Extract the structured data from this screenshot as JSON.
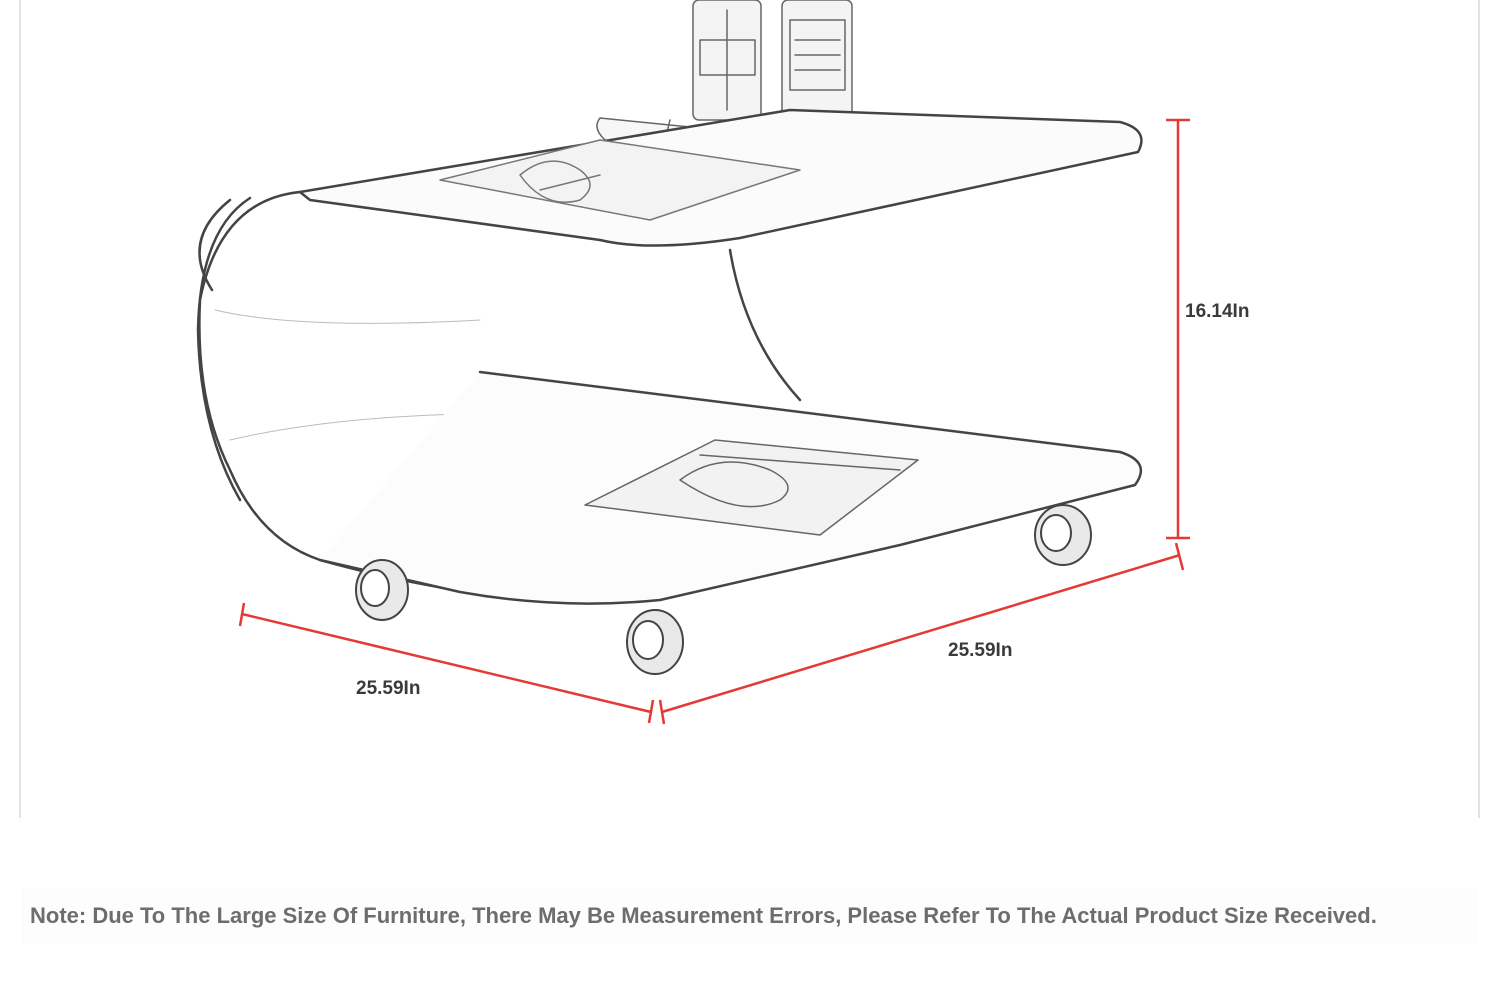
{
  "dimensions": {
    "height_label": "16.14In",
    "depth_label": "25.59In",
    "width_label": "25.59In"
  },
  "note": "Note: Due To The Large Size Of Furniture, There May Be Measurement Errors, Please Refer To The Actual Product Size Received.",
  "colors": {
    "dimension_line": "#e53935",
    "sketch": "#555555",
    "note_text": "#6d6d6d"
  }
}
